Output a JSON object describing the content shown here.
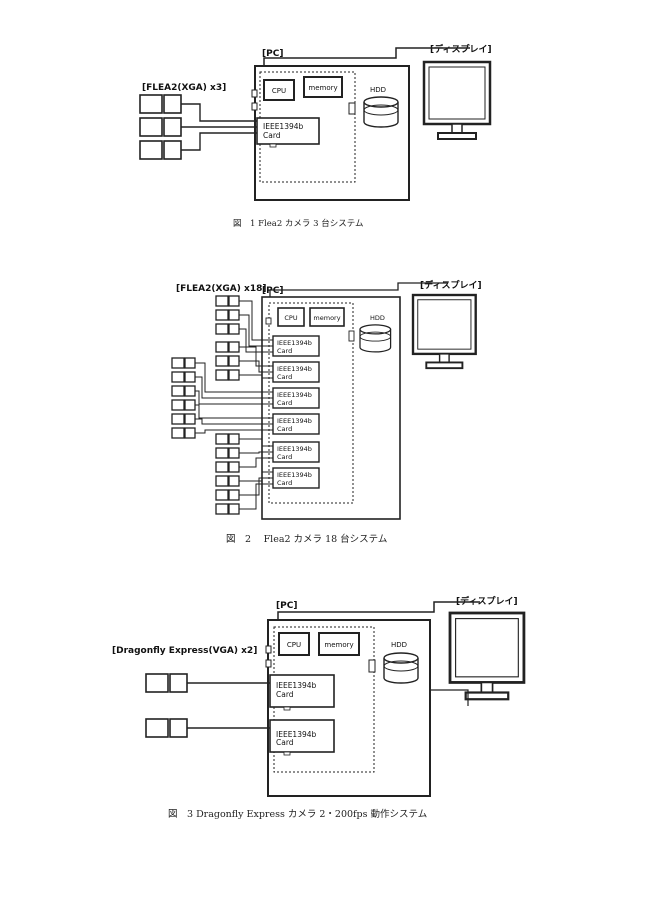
{
  "figure1": {
    "pc_label": "[PC]",
    "display_label": "[ディスプレイ]",
    "camera_label": "[FLEA2(XGA)  x3]",
    "cpu_label": "CPU",
    "memory_label": "memory",
    "hdd_label": "HDD",
    "card_line1": "IEEE1394b",
    "card_line2": "Card",
    "caption": "図　1 Flea2 カメラ 3 台システム"
  },
  "figure2": {
    "pc_label": "[PC]",
    "display_label": "[ディスプレイ]",
    "camera_label": "[FLEA2(XGA)  x18]",
    "cpu_label": "CPU",
    "memory_label": "memory",
    "hdd_label": "HDD",
    "card_line1": "IEEE1394b",
    "card_line2": "Card",
    "caption": "図　2　 Flea2 カメラ 18 台システム"
  },
  "figure3": {
    "pc_label": "[PC]",
    "display_label": "[ディスプレイ]",
    "camera_label": "[Dragonfly Express(VGA)  x2]",
    "cpu_label": "CPU",
    "memory_label": "memory",
    "hdd_label": "HDD",
    "card_line1": "IEEE1394b",
    "card_line2": "Card",
    "caption": "図　3 Dragonfly Express カメラ 2・200fps 動作システム"
  }
}
